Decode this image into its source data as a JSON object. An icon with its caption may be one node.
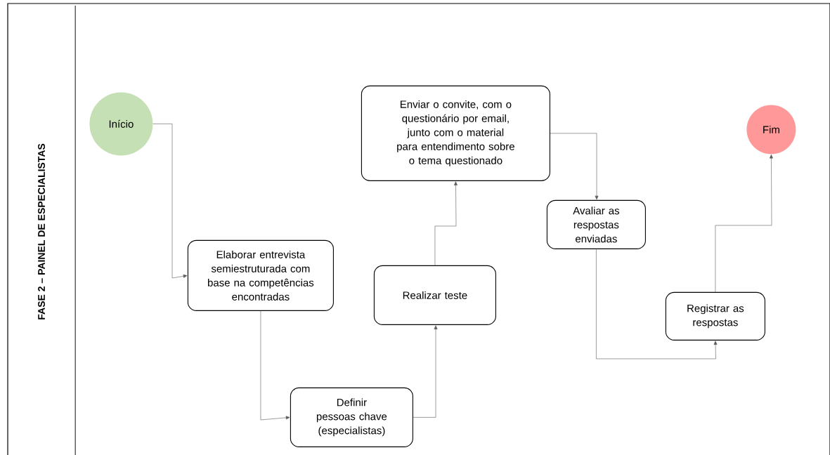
{
  "diagram": {
    "nodes": [
      {
        "text": [
          "FASE 2  – PAINEL DE ESPECIALISTAS"
        ]
      },
      {
        "text": [
          "Início"
        ],
        "in": 0
      },
      {
        "text": [
          "Elaborar entrevista semiestruturada com base na competências encontradas"
        ],
        "in": 0
      },
      {
        "text": [
          "Definir pessoas chave (especialistas)"
        ],
        "in": 0
      },
      {
        "text": [
          "Realizar teste"
        ],
        "in": 0
      },
      {
        "text": [
          "Enviar o convite, com o questionário por email, junto com o material para entendimento sobre o tema questionado"
        ],
        "in": 0
      },
      {
        "text": [
          "Avaliar as respostas enviadas"
        ],
        "in": 0
      },
      {
        "text": [
          "Registrar as respostas"
        ],
        "in": 0
      },
      {
        "text": [
          "Fim"
        ],
        "in": 0
      }
    ],
    "edges": [
      {
        "from": 1,
        "to": 2,
        "arrow": "to"
      },
      {
        "from": 2,
        "to": 3,
        "arrow": "to"
      },
      {
        "from": 3,
        "to": 4,
        "arrow": "to"
      },
      {
        "from": 4,
        "to": 5,
        "arrow": "to"
      },
      {
        "from": 5,
        "to": 6,
        "arrow": "to"
      },
      {
        "from": 6,
        "to": 7,
        "arrow": "to"
      },
      {
        "from": 7,
        "to": 8,
        "arrow": "to"
      }
    ]
  }
}
